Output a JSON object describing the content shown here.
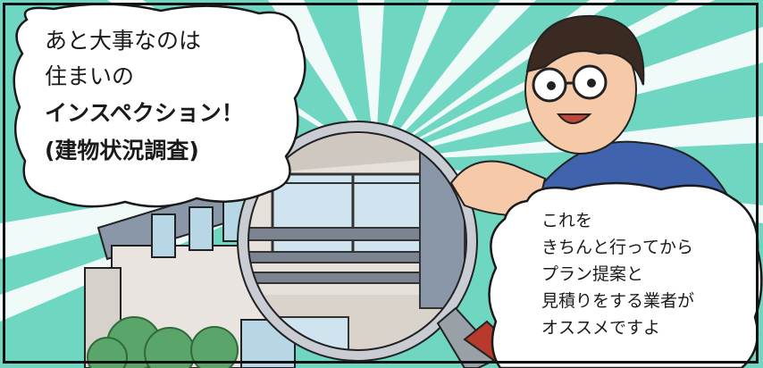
{
  "scene": {
    "palette": {
      "sky_teal": "#6fd6c2",
      "ray_white": "#ffffff",
      "house_wall": "#e9e4df",
      "roof": "#8a97a8",
      "balcony": "#7c8391",
      "shirt": "#3f63ad",
      "skin": "#f6c9a8",
      "hair": "#3a2a22",
      "lens_handle": "#b83a2c",
      "tree": "#5aa56a"
    }
  },
  "left_bubble": {
    "line1": "あと大事なのは",
    "line2": "住まいの",
    "line3": "インスペクション！",
    "line4": "(建物状況調査)"
  },
  "right_bubble": {
    "line1": "これを",
    "line2": "きちんと行ってから",
    "line3": "プラン提案と",
    "line4": "見積りをする業者が",
    "line5": "オススメですよ"
  }
}
